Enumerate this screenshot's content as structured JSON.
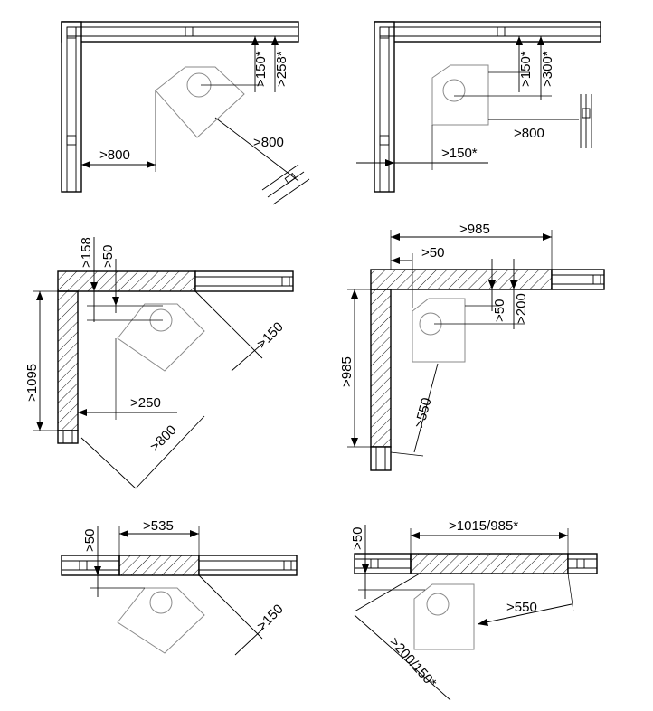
{
  "panels": [
    {
      "id": "p1",
      "labels": {
        "a": ">150*",
        "b": ">258*",
        "c": ">800",
        "d": ">800"
      }
    },
    {
      "id": "p2",
      "labels": {
        "a": ">150*",
        "b": ">300*",
        "c": ">800",
        "d": ">150*"
      }
    },
    {
      "id": "p3",
      "labels": {
        "a": ">158",
        "b": ">50",
        "c": ">1095",
        "d": ">150",
        "e": ">250",
        "f": ">800"
      }
    },
    {
      "id": "p4",
      "labels": {
        "a": ">985",
        "b": ">50",
        "c": ">50",
        "d": ">200",
        "e": ">985",
        "f": ">550"
      }
    },
    {
      "id": "p5",
      "labels": {
        "a": ">50",
        "b": ">535",
        "c": ">150"
      }
    },
    {
      "id": "p6",
      "labels": {
        "a": ">50",
        "b": ">1015/985*",
        "c": ">550",
        "d": ">200/150*"
      }
    }
  ]
}
